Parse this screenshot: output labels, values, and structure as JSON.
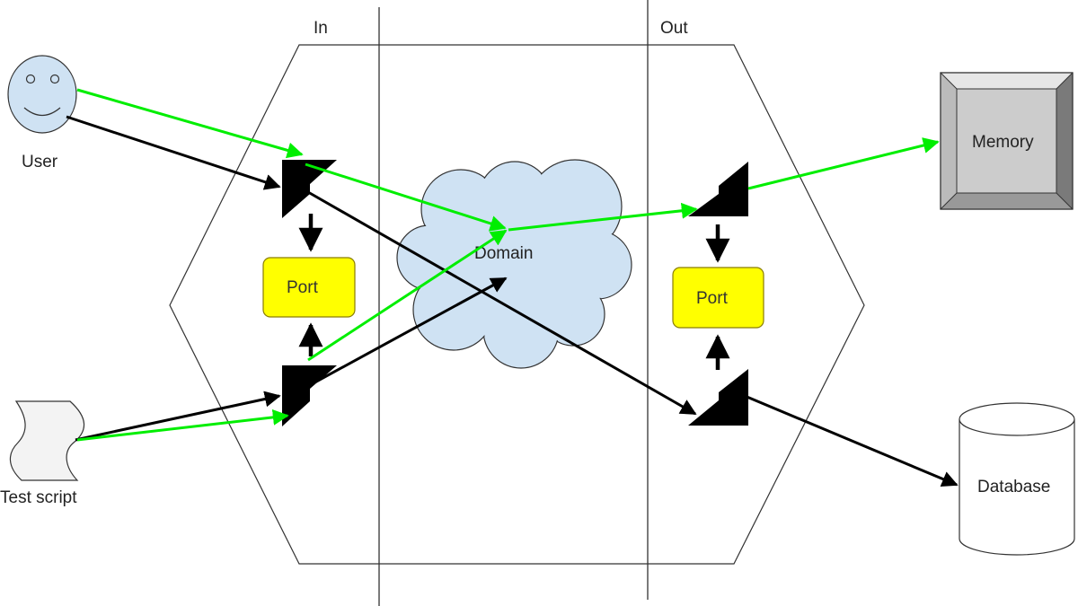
{
  "zones": {
    "in_label": "In",
    "out_label": "Out"
  },
  "domain": {
    "label": "Domain"
  },
  "ports": {
    "left_label": "Port",
    "right_label": "Port"
  },
  "actors": {
    "user_label": "User",
    "test_script_label": "Test script"
  },
  "stores": {
    "memory_label": "Memory",
    "database_label": "Database"
  },
  "colors": {
    "cloud_fill": "#cfe2f3",
    "user_face_fill": "#cfe2f3",
    "port_fill": "#ffff00",
    "port_stroke": "#b8a800",
    "green_flow": "#00ee00",
    "black_flow": "#000000",
    "memory_face": "#cccccc",
    "memory_bevel_light": "#e6e6e6",
    "memory_bevel_dark": "#7a7a7a",
    "script_fill": "#f3f3f3"
  }
}
